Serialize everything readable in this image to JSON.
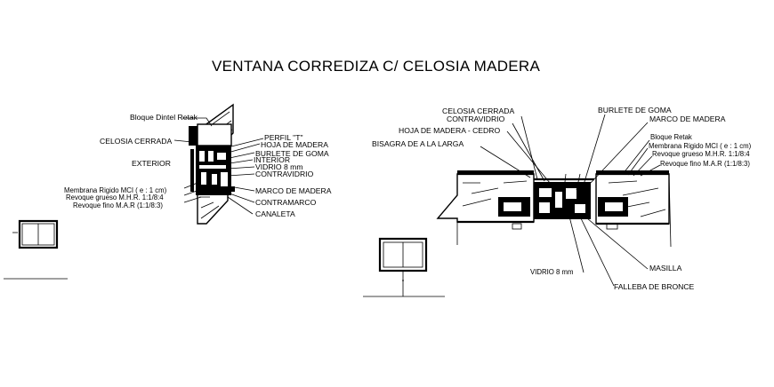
{
  "title": "VENTANA CORREDIZA C/ CELOSIA MADERA",
  "left_detail": {
    "labels": {
      "bloque_dintel": "Bloque Dintel Retak",
      "celosia_cerrada": "CELOSIA CERRADA",
      "exterior": "EXTERIOR",
      "perfil_t": "PERFIL \"T\"",
      "hoja_madera": "HOJA DE MADERA",
      "burlete_goma": "BURLETE DE GOMA",
      "interior": "INTERIOR",
      "vidrio": "VIDRIO 8 mm",
      "contravidrio": "CONTRAVIDRIO",
      "membrana": "Membrana Rigido MCI ( e : 1 cm)",
      "revoque_grueso": "Revoque grueso M.H.R. 1:1/8:4",
      "revoque_fino": "Revoque fino M.A.R (1:1/8:3)",
      "marco_madera": "MARCO DE MADERA",
      "contramarco": "CONTRAMARCO",
      "canaleta": "CANALETA"
    }
  },
  "right_detail": {
    "labels": {
      "celosia_cerrada": "CELOSIA CERRADA",
      "contravidrio": "CONTRAVIDRIO",
      "hoja_madera_cedro": "HOJA DE MADERA - CEDRO",
      "bisagra": "BISAGRA DE A LA LARGA",
      "burlete_goma": "BURLETE DE GOMA",
      "marco_madera": "MARCO DE MADERA",
      "bloque_retak": "Bloque Retak",
      "membrana": "Membrana Rigido MCI ( e : 1 cm)",
      "revoque_grueso": "Revoque grueso M.H.R. 1:1/8:4",
      "revoque_fino": "Revoque fino M.A.R (1:1/8:3)",
      "vidrio": "VIDRIO 8 mm",
      "masilla": "MASILLA",
      "falleba": "FALLEBA DE BRONCE"
    }
  },
  "colors": {
    "line": "#000000",
    "background": "#ffffff"
  }
}
